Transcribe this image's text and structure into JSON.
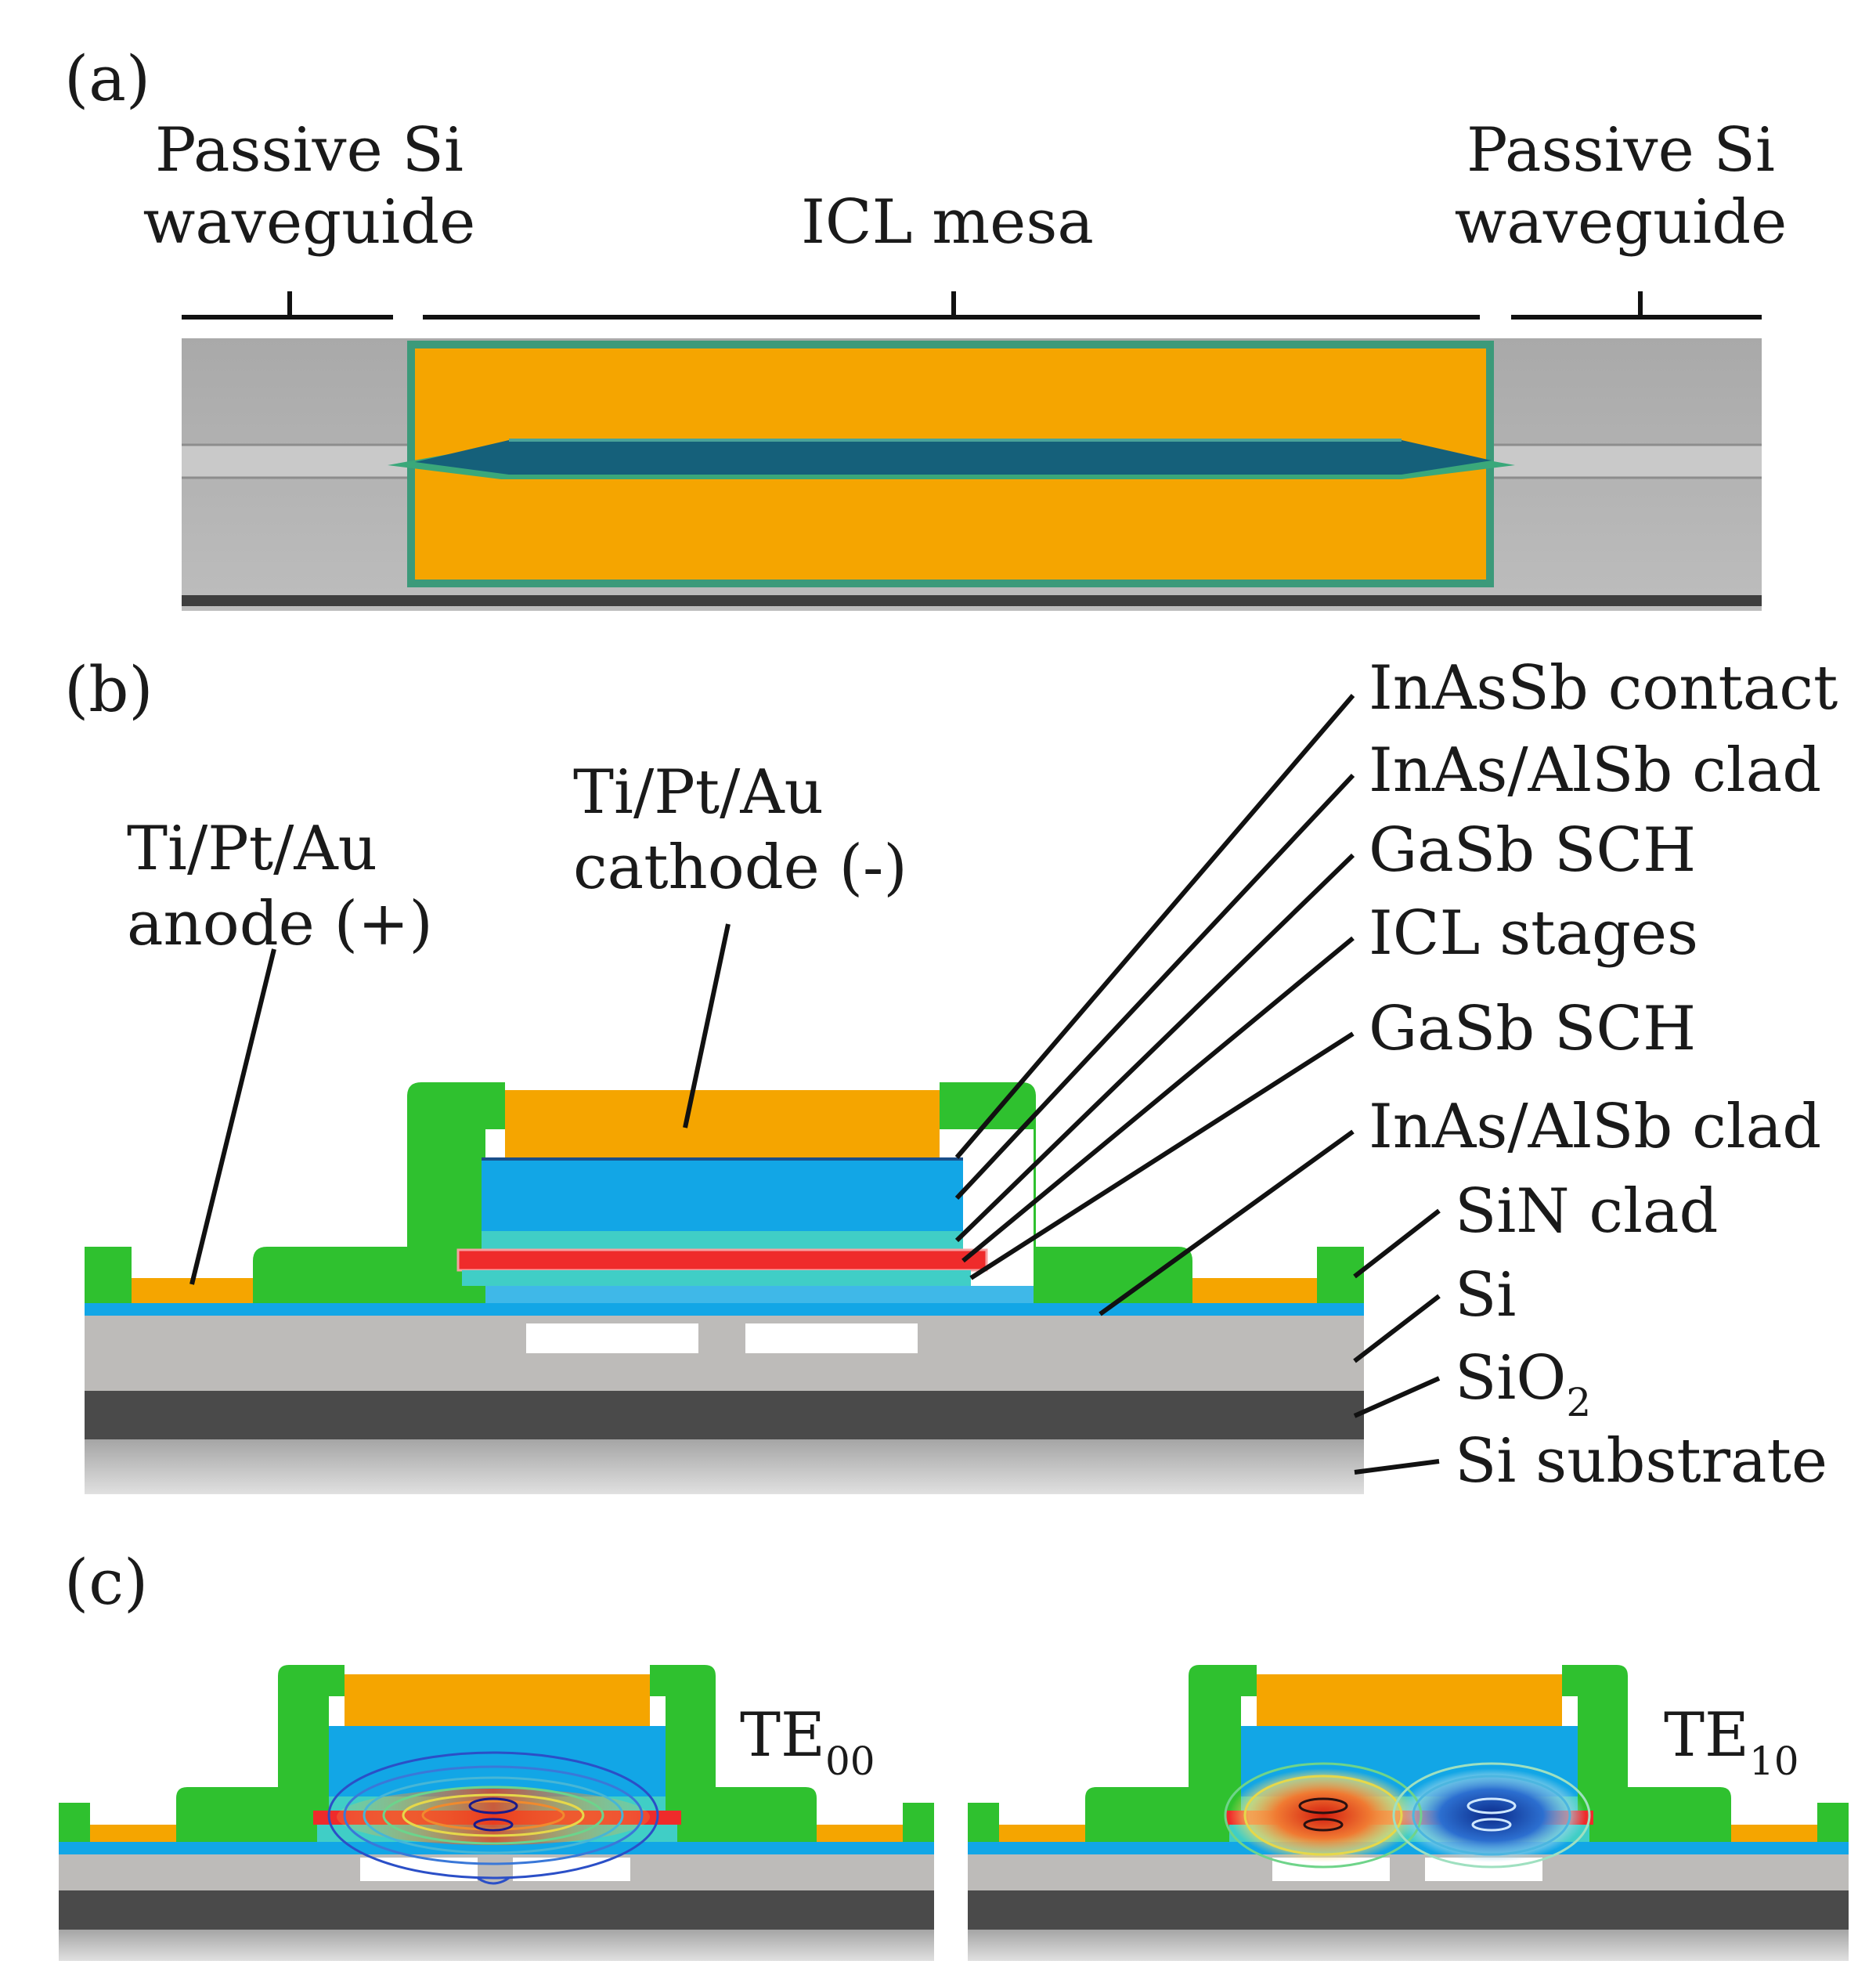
{
  "panels": {
    "a": {
      "label": "(a)",
      "left_label": [
        "Passive Si",
        "waveguide"
      ],
      "center_label": "ICL mesa",
      "right_label": [
        "Passive Si",
        "waveguide"
      ]
    },
    "b": {
      "label": "(b)",
      "anode": [
        "Ti/Pt/Au",
        "anode (+)"
      ],
      "cathode": [
        "Ti/Pt/Au",
        "cathode (-)"
      ],
      "layers": [
        "InAsSb contact",
        "InAs/AlSb clad",
        "GaSb SCH",
        "ICL stages",
        "GaSb SCH",
        "InAs/AlSb clad",
        "SiN clad",
        "Si",
        "SiO",
        "Si substrate"
      ],
      "sio2_subscript": "2"
    },
    "c": {
      "label": "(c)",
      "mode_left": {
        "base": "TE",
        "sub": "00"
      },
      "mode_right": {
        "base": "TE",
        "sub": "10"
      }
    }
  },
  "colors": {
    "gold": "#f5a500",
    "green": "#2fc12f",
    "blue": "#12a6e6",
    "teal": "#3fd0c6",
    "red": "#ef2b2b",
    "silicon_gray": "#b8b6b4",
    "oxide_dark": "#4a4a4a"
  }
}
